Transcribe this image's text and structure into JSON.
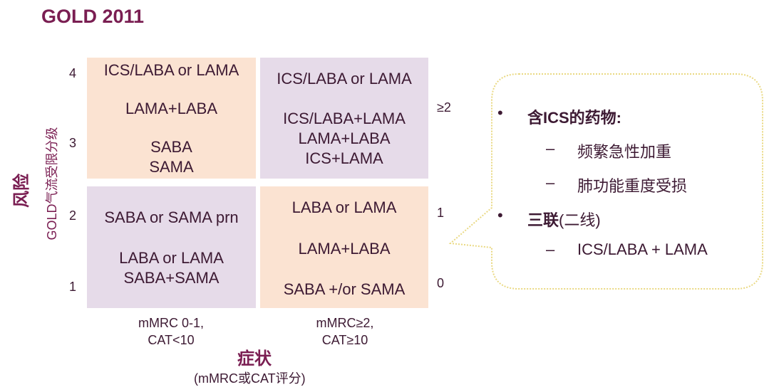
{
  "title": "GOLD 2011",
  "y_axis": {
    "title": "风险",
    "subtitle": "GOLD气流受限分级"
  },
  "x_axis": {
    "title": "症状",
    "subtitle": "(mMRC或CAT评分)"
  },
  "left_ticks": [
    "4",
    "3",
    "2",
    "1"
  ],
  "right_ticks": [
    "≥2",
    "1",
    "0"
  ],
  "x_labels": [
    {
      "line1": "mMRC 0-1,",
      "line2": "CAT<10"
    },
    {
      "line1": "mMRC≥2,",
      "line2": "CAT≥10"
    }
  ],
  "cells": {
    "top_left": [
      "ICS/LABA or LAMA",
      "LAMA+LABA",
      "SABA",
      "SAMA"
    ],
    "top_right": [
      "ICS/LABA or LAMA",
      "ICS/LABA+LAMA",
      "LAMA+LABA",
      "ICS+LAMA"
    ],
    "bottom_left": [
      "SABA or SAMA prn",
      "LABA or LAMA",
      "SABA+SAMA"
    ],
    "bottom_right": [
      "LABA or LAMA",
      "LAMA+LABA",
      "SABA +/or SAMA"
    ]
  },
  "callout": {
    "bullet_char": "•",
    "dash_char": "–",
    "item1": "含ICS的药物:",
    "item1_sub1": "频繁急性加重",
    "item1_sub2": "肺功能重度受损",
    "item2_bold": "三联",
    "item2_rest": "(二线)",
    "item2_sub1": "ICS/LABA + LAMA"
  },
  "colors": {
    "accent": "#7a1e52",
    "peach": "#fbe3d2",
    "lavender": "#e6dbe9",
    "callout_border": "#ead983"
  }
}
